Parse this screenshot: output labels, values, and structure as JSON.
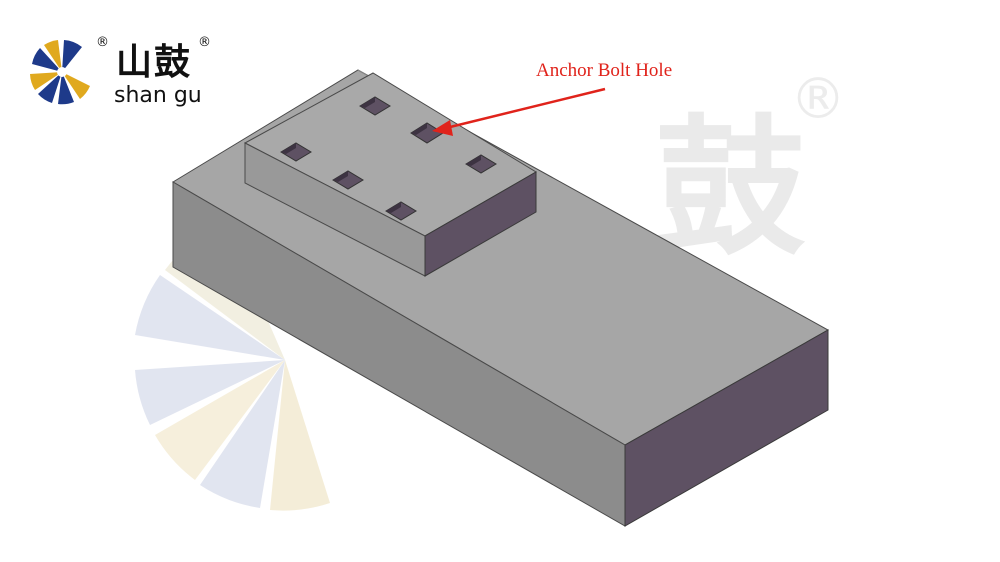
{
  "logo": {
    "chinese": "山鼓",
    "english": "shan gu",
    "registered": "®"
  },
  "watermark": {
    "chinese": "鼓",
    "registered": "®"
  },
  "annotation": {
    "label": "Anchor Bolt Hole"
  },
  "colors": {
    "arrow": "#e0231b",
    "block_top": "#a6a6a6",
    "block_front": "#8c8c8c",
    "block_side": "#5e5163",
    "logo_blue": "#1e3a8a",
    "logo_gold": "#e0a91e"
  }
}
